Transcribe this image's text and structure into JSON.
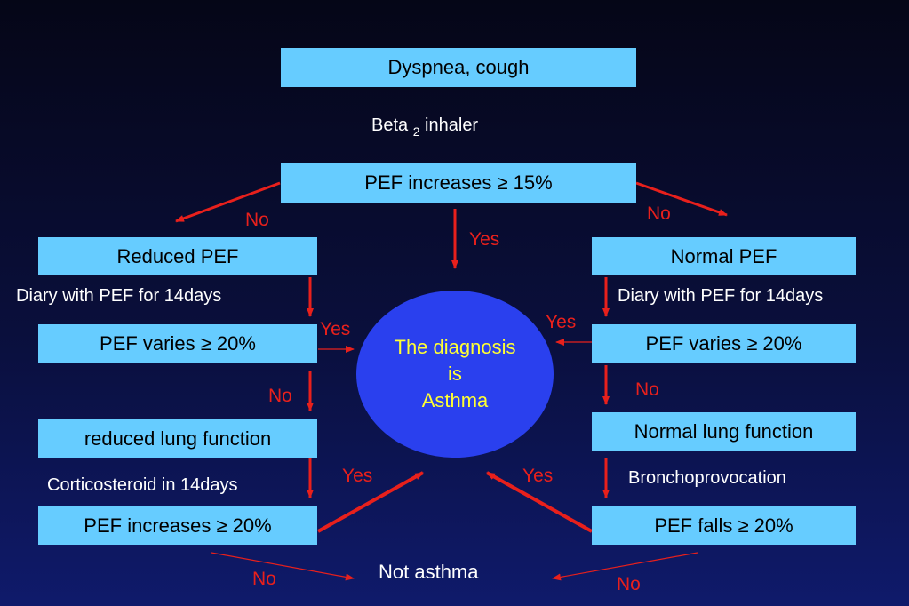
{
  "nodes": {
    "start": "Dyspnea, cough",
    "beta_main": "Beta ",
    "beta_sub": "2",
    "beta_rest": " inhaler",
    "pef_increase_15": "PEF increases  ≥ 15%",
    "reduced_pef": "Reduced PEF",
    "normal_pef": "Normal PEF",
    "diary_left": "Diary with PEF for 14days",
    "diary_right": "Diary with PEF for 14days",
    "pef_varies_left": "PEF varies ≥ 20%",
    "pef_varies_right": "PEF varies ≥ 20%",
    "reduced_lung": "reduced lung function",
    "normal_lung": "Normal lung function",
    "corticosteroid": "Corticosteroid in 14days",
    "bronchoprovocation": "Bronchoprovocation",
    "pef_increases_20": "PEF increases ≥ 20%",
    "pef_falls_20": "PEF falls ≥ 20%",
    "not_asthma": "Not asthma",
    "diagnosis_line1": "The diagnosis",
    "diagnosis_line2": "is",
    "diagnosis_line3": "Asthma"
  },
  "edge_labels": {
    "no_top_left": "No",
    "no_top_right": "No",
    "yes_center": "Yes",
    "yes_left_varies": "Yes",
    "yes_right_varies": "Yes",
    "no_left_varies": "No",
    "no_right_varies": "No",
    "yes_left_bottom": "Yes",
    "yes_right_bottom": "Yes",
    "no_bottom_left": "No",
    "no_bottom_right": "No"
  },
  "colors": {
    "box_fill": "#66ccff",
    "arrow": "#e8201c",
    "circle_fill": "#2a40ee",
    "circle_text": "#ffff33",
    "background": "#0a0f3c"
  }
}
